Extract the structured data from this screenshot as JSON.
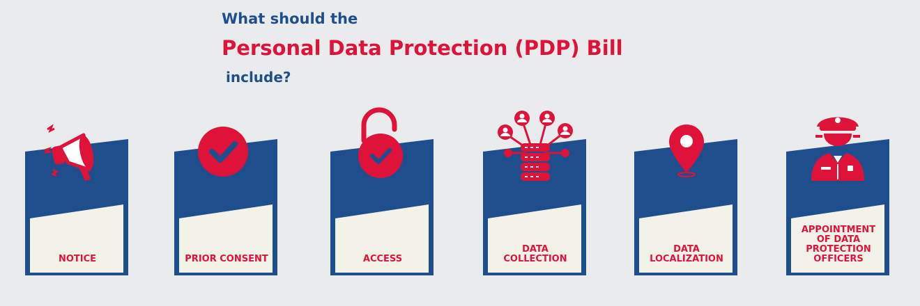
{
  "heading": {
    "line1": "What should the",
    "line2": "Personal Data Protection (PDP) Bill",
    "line3": "include?"
  },
  "colors": {
    "navy": "#1f4e8c",
    "red": "#df1339",
    "cream": "#f3f2e9",
    "background": "#e9ebec"
  },
  "cards": [
    {
      "label": "NOTICE",
      "icon": "megaphone-icon"
    },
    {
      "label": "PRIOR CONSENT",
      "icon": "check-circle-icon"
    },
    {
      "label": "ACCESS",
      "icon": "unlocked-padlock-icon"
    },
    {
      "label": "DATA COLLECTION",
      "icon": "database-users-icon"
    },
    {
      "label": "DATA LOCALIZATION",
      "icon": "location-pin-icon"
    },
    {
      "label": "APPOINTMENT OF DATA PROTECTION OFFICERS",
      "icon": "officer-icon"
    }
  ]
}
